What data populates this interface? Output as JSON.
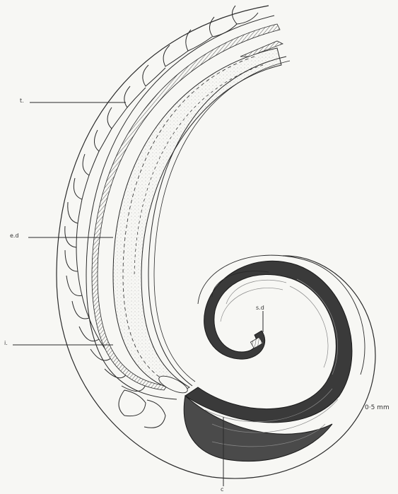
{
  "labels": {
    "t": "t.",
    "ed": "e.d",
    "i": "i.",
    "sd": "s.d",
    "c": "c"
  },
  "scale": {
    "text": "0·5 mm"
  },
  "colors": {
    "ink": "#2a2a2a",
    "paper": "#f7f7f4",
    "stipple": "#bdbdbd"
  }
}
